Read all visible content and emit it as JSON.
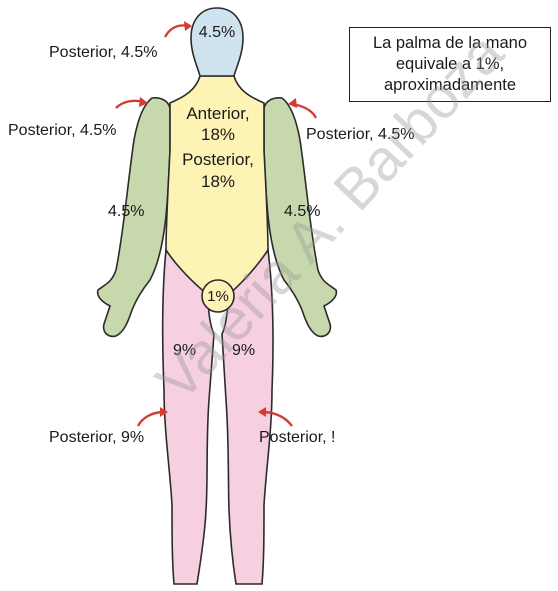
{
  "note": {
    "lines": [
      "La palma de la mano",
      "equivale a 1%,",
      "aproximadamente"
    ]
  },
  "regions": {
    "head": "4.5%",
    "head_back": "Posterior, 4.5%",
    "left_arm_back": "Posterior, 4.5%",
    "right_arm_back": "Posterior, 4.5%",
    "left_arm": "4.5%",
    "right_arm": "4.5%",
    "trunk_anterior": "Anterior,",
    "trunk_anterior_value": "18%",
    "trunk_posterior": "Posterior,",
    "trunk_posterior_value": "18%",
    "genitals": "1%",
    "left_leg": "9%",
    "right_leg": "9%",
    "left_leg_back": "Posterior, 9%",
    "right_leg_back": "Posterior, !"
  },
  "watermark": "Valeria A. Barboza",
  "colors": {
    "head": "#cfe3ef",
    "arms": "#c8d8ad",
    "trunk": "#fdf3b5",
    "legs": "#f6cfe0",
    "outline": "#2b2b2b",
    "arrow": "#d63a35"
  }
}
